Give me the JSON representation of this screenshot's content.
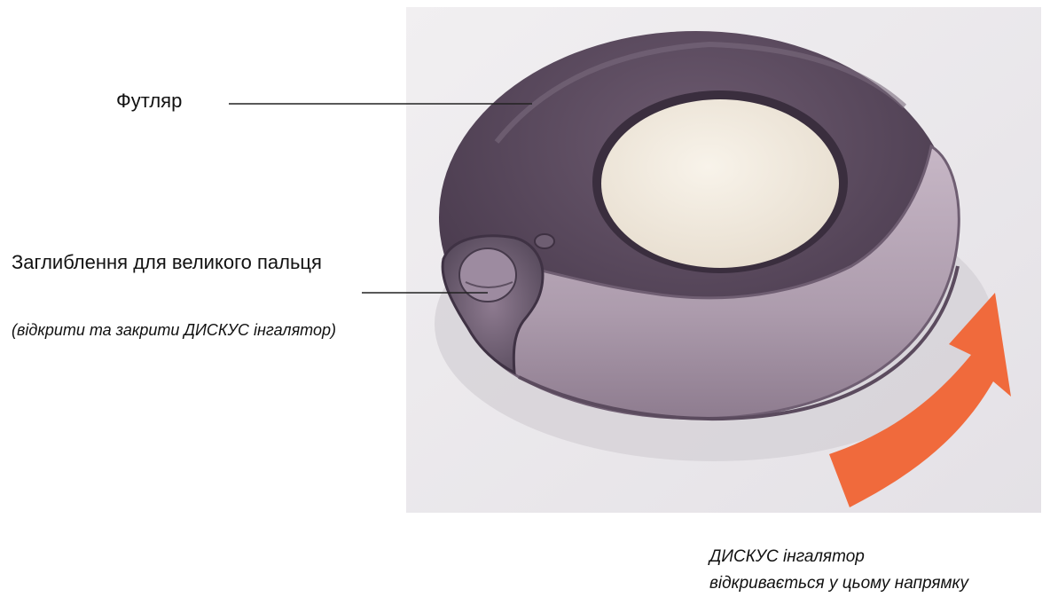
{
  "labels": {
    "case": "Футляр",
    "thumb_grip_title": "Заглиблення для великого пальця",
    "thumb_grip_note": "(відкрити та закрити  ДИСКУС інгалятор)",
    "direction_line1": "ДИСКУС інгалятор",
    "direction_line2": "відкривається у цьому напрямку"
  },
  "colors": {
    "photo_background": "#ece9ec",
    "case_outer": "#5a4a5c",
    "case_dark": "#3d2f40",
    "body_mauve": "#b4a3b3",
    "window_cream": "#f3ede2",
    "arrow": "#f06a3c",
    "leader_line": "#222222"
  },
  "icons": [
    "inhaler-illustration",
    "direction-arrow-icon"
  ]
}
